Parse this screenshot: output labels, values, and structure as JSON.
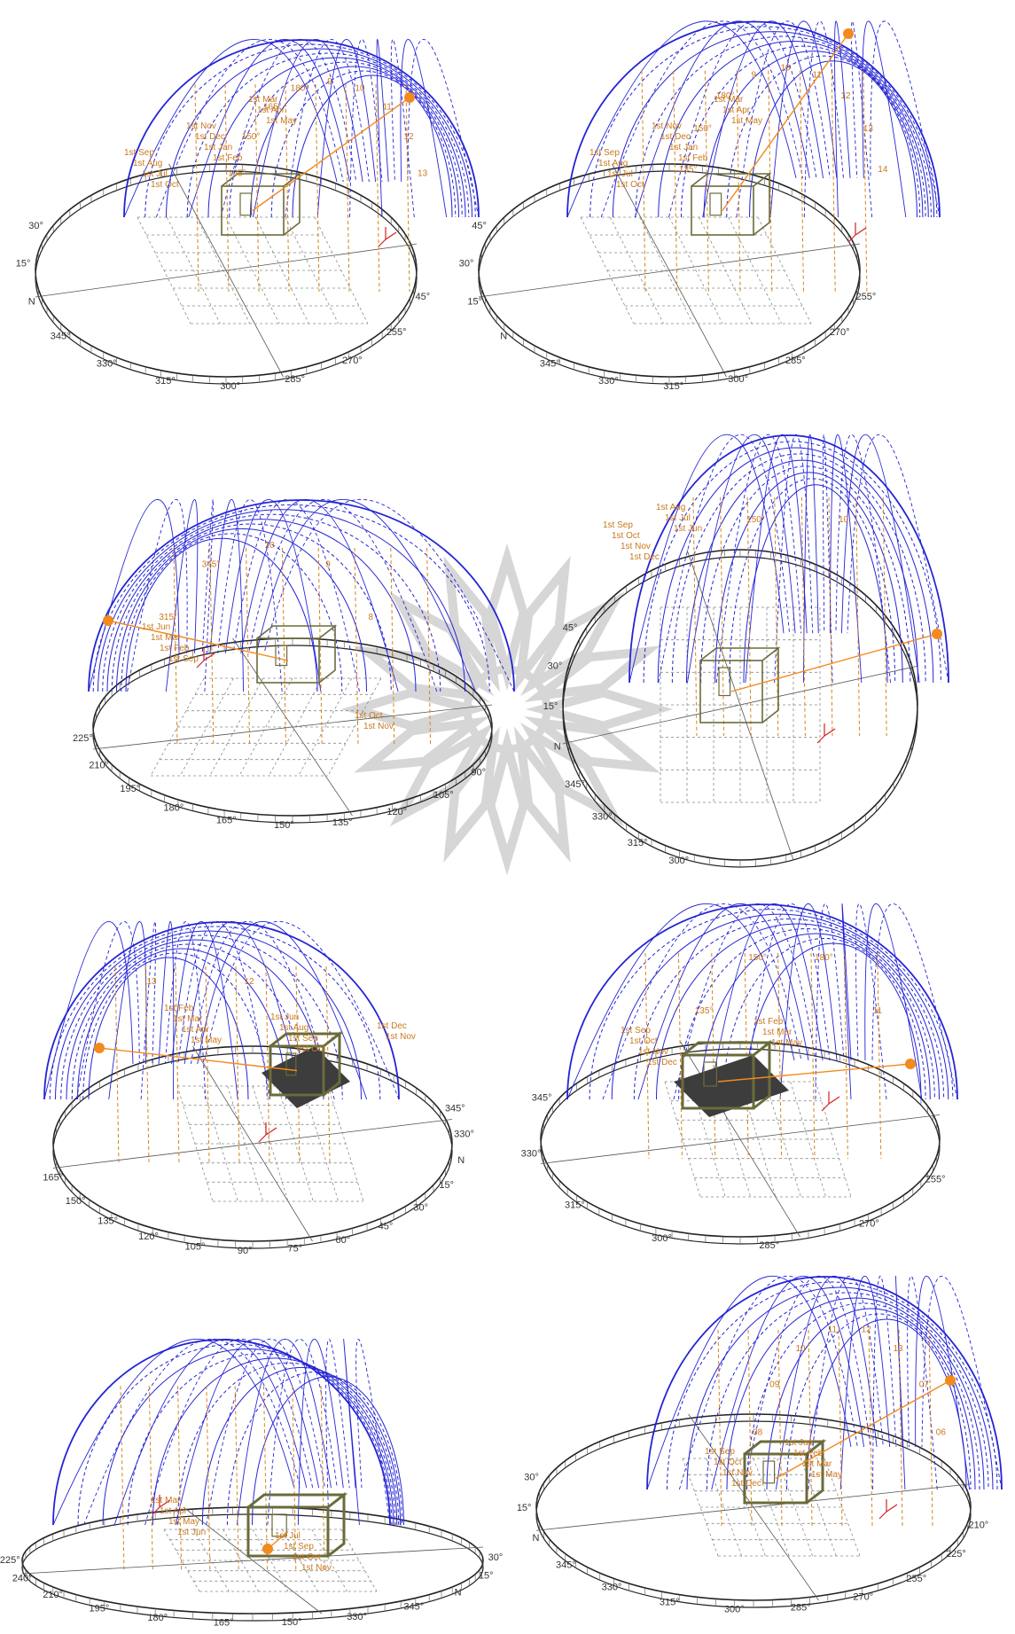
{
  "colors": {
    "sunpath": "#2424d6",
    "analemma": "#d4841e",
    "sun": "#f28a1e",
    "building": "#6b6b3a",
    "ground_ring": "#222222",
    "grid": "#8a8a8a",
    "shadow": "#3d3d3d",
    "watermark": "#b5b5b5"
  },
  "icons": {
    "sun": "sun-icon",
    "axes": "axis-gizmo-icon"
  },
  "panels": [
    {
      "dirs": [
        "30°",
        "15°",
        "N",
        "345°",
        "330°",
        "315°",
        "300°",
        "285°",
        "270°",
        "255°",
        "45°"
      ],
      "months": [
        "1st Sep",
        "1st Aug",
        "1st Jul",
        "1st Oct",
        "1st Nov",
        "1st Dec",
        "1st Jan",
        "1st Feb",
        "1st Mar",
        "1st Apr",
        "1st May"
      ],
      "hours": [
        "135°",
        "150°",
        "165°",
        "180°",
        "9",
        "10",
        "11",
        "12",
        "13"
      ]
    },
    {
      "dirs": [
        "45°",
        "30°",
        "15°",
        "N",
        "345°",
        "330°",
        "315°",
        "300°",
        "285°",
        "270°",
        "255°"
      ],
      "months": [
        "1st Sep",
        "1st Aug",
        "1st Jul",
        "1st Oct",
        "1st Nov",
        "1st Dec",
        "1st Jan",
        "1st Feb",
        "1st Mar",
        "1st Apr",
        "1st May"
      ],
      "hours": [
        "135°",
        "150°",
        "180°",
        "9",
        "10",
        "11",
        "12",
        "13",
        "14"
      ]
    },
    {
      "dirs": [
        "225°",
        "210°",
        "195°",
        "180°",
        "165°",
        "150°",
        "135°",
        "120°",
        "105°",
        "90°"
      ],
      "months": [
        "1st Jun",
        "1st Mar",
        "1st Feb",
        "1st Sep",
        "1st Oct",
        "1st Nov"
      ],
      "hours": [
        "315°",
        "345°",
        "10",
        "9",
        "8"
      ]
    },
    {
      "dirs": [
        "45°",
        "30°",
        "15°",
        "N",
        "345°",
        "330°",
        "315°",
        "300°"
      ],
      "months": [
        "1st Sep",
        "1st Oct",
        "1st Nov",
        "1st Dec",
        "1st Aug",
        "1st Jul",
        "1st Jun"
      ],
      "hours": [
        "150°",
        "10"
      ]
    },
    {
      "dirs": [
        "345°",
        "330°",
        "N",
        "15°",
        "30°",
        "45°",
        "60°",
        "75°",
        "90°",
        "105°",
        "120°",
        "135°",
        "150°",
        "165°"
      ],
      "months": [
        "1st Feb",
        "1st Mar",
        "1st Apr",
        "1st May",
        "1st Jun",
        "1st Aug",
        "1st Sep",
        "1st Oct",
        "1st Dec",
        "1st Nov"
      ],
      "hours": [
        "13",
        "12"
      ]
    },
    {
      "dirs": [
        "345°",
        "330°",
        "315°",
        "300°",
        "285°",
        "270°",
        "255°"
      ],
      "months": [
        "1st Sep",
        "1st Oct",
        "1st Nov",
        "1st Dec",
        "1st Feb",
        "1st Mar",
        "1st May"
      ],
      "hours": [
        "135°",
        "150°",
        "180°",
        "11"
      ]
    },
    {
      "dirs": [
        "225°",
        "240°",
        "210°",
        "195°",
        "180°",
        "165°",
        "150°",
        "330°",
        "345°",
        "N",
        "15°",
        "30°"
      ],
      "months": [
        "1st Mar",
        "1st Apr",
        "1st May",
        "1st Jun",
        "1st Jul",
        "1st Sep",
        "1st Oct",
        "1st Nov"
      ],
      "hours": []
    },
    {
      "dirs": [
        "30°",
        "15°",
        "N",
        "345°",
        "330°",
        "315°",
        "300°",
        "285°",
        "270°",
        "255°",
        "225°",
        "210°"
      ],
      "months": [
        "1st Sep",
        "1st Oct",
        "1st Nov",
        "1st Dec",
        "1st Jan",
        "1st Feb",
        "1st Mar",
        "1st May"
      ],
      "hours": [
        "08",
        "09",
        "10",
        "11",
        "12",
        "13",
        "07",
        "06"
      ]
    }
  ]
}
